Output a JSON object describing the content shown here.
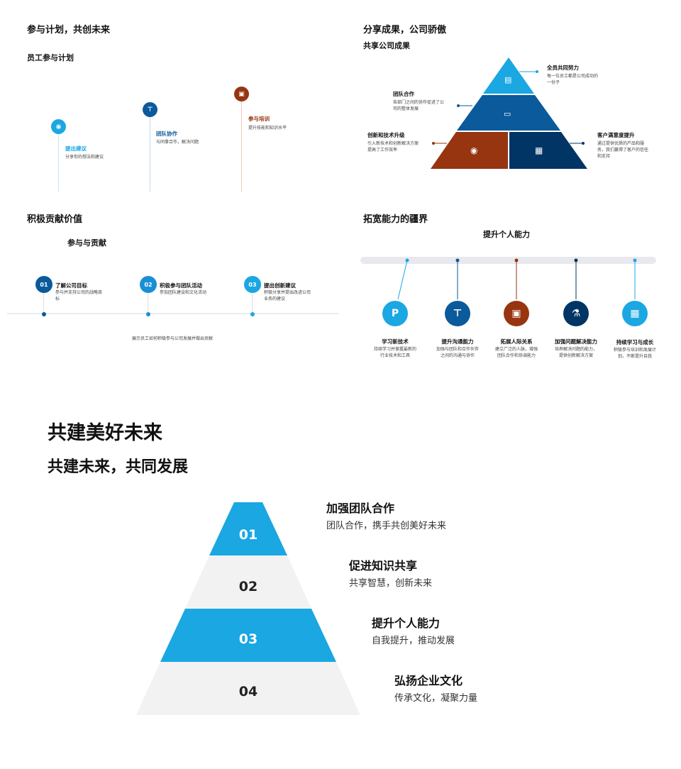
{
  "colors": {
    "light_blue": "#1aa7e2",
    "mid_blue": "#0a5a9c",
    "navy": "#003566",
    "rust": "#963510",
    "gray": "#f2f2f2"
  },
  "s1": {
    "title": "参与计划，共创未来",
    "subtitle": "员工参与计划",
    "items": [
      {
        "title": "提出建议",
        "desc": "分享你的想法和建议",
        "icon": "webcam-icon"
      },
      {
        "title": "团队协作",
        "desc": "与同事合作，解决问题",
        "icon": "org-chart-icon"
      },
      {
        "title": "参与培训",
        "desc": "提升技能和知识水平",
        "icon": "image-icon"
      }
    ]
  },
  "s2": {
    "title": "分享成果，公司骄傲",
    "subtitle": "共享公司成果",
    "items": [
      {
        "title": "全员共同努力",
        "desc": "每一位员工都是公司成功的一份子",
        "icon": "clipboard-icon"
      },
      {
        "title": "团队合作",
        "desc": "各部门之间的协作促进了公司的整体发展",
        "icon": "chat-icon"
      },
      {
        "title": "创新和技术升级",
        "desc": "引入新技术和创新解决方案提高了工作效率",
        "icon": "webcam-icon"
      },
      {
        "title": "客户满意度提升",
        "desc": "通过提供优质的产品和服务，我们赢得了客户的信任和支持",
        "icon": "printer-icon"
      }
    ]
  },
  "s3": {
    "title": "积极贡献价值",
    "subtitle": "参与与贡献",
    "footer": "展示员工如何积极参与公司发展并做出贡献",
    "items": [
      {
        "num": "01",
        "title": "了解公司目标",
        "desc": "参与并支持公司的战略目标"
      },
      {
        "num": "02",
        "title": "积极参与团队活动",
        "desc": "参加团队建设和文化活动"
      },
      {
        "num": "03",
        "title": "提出创新建议",
        "desc": "积极分享并提出改进公司业务的建议"
      }
    ]
  },
  "s4": {
    "title": "拓宽能力的疆界",
    "subtitle": "提升个人能力",
    "items": [
      {
        "title": "学习新技术",
        "desc": "持续学习并掌握最新的行业技术和工具",
        "icon": "document-icon"
      },
      {
        "title": "提升沟通能力",
        "desc": "加强与团队和合作伙伴之间的沟通与协作",
        "icon": "org-chart-icon"
      },
      {
        "title": "拓展人际关系",
        "desc": "建立广泛的人脉，增强团队合作和协调能力",
        "icon": "image-icon"
      },
      {
        "title": "加强问题解决能力",
        "desc": "培养解决问题的能力，提供创新解决方案",
        "icon": "flask-icon"
      },
      {
        "title": "持续学习与成长",
        "desc": "积极参与培训和发展计划，不断提升自我",
        "icon": "printer-icon"
      }
    ]
  },
  "s5": {
    "title": "共建美好未来",
    "subtitle": "共建未来，共同发展",
    "items": [
      {
        "num": "01",
        "title": "加强团队合作",
        "desc": "团队合作，携手共创美好未来"
      },
      {
        "num": "02",
        "title": "促进知识共享",
        "desc": "共享智慧，创新未来"
      },
      {
        "num": "03",
        "title": "提升个人能力",
        "desc": "自我提升，推动发展"
      },
      {
        "num": "04",
        "title": "弘扬企业文化",
        "desc": "传承文化，凝聚力量"
      }
    ]
  }
}
